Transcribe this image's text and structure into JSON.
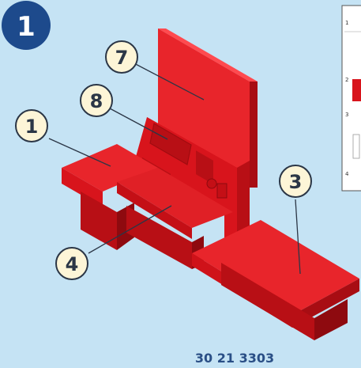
{
  "step": {
    "number": "1",
    "badge_color": "#1d4a8c"
  },
  "callouts": [
    {
      "id": "callout-1",
      "label": "1"
    },
    {
      "id": "callout-3",
      "label": "3"
    },
    {
      "id": "callout-4",
      "label": "4"
    },
    {
      "id": "callout-7",
      "label": "7"
    },
    {
      "id": "callout-8",
      "label": "8"
    }
  ],
  "part_code": "30 21 3303",
  "inset": {
    "numbers": [
      "1",
      "2",
      "3",
      "4"
    ]
  },
  "colors": {
    "background": "#c5e3f4",
    "part_red": "#d8141c",
    "part_red_dark": "#b80f15",
    "part_red_light": "#e8252b",
    "callout_fill": "#fdf5d7",
    "callout_stroke": "#2b3646",
    "code_text": "#2a4f86"
  }
}
